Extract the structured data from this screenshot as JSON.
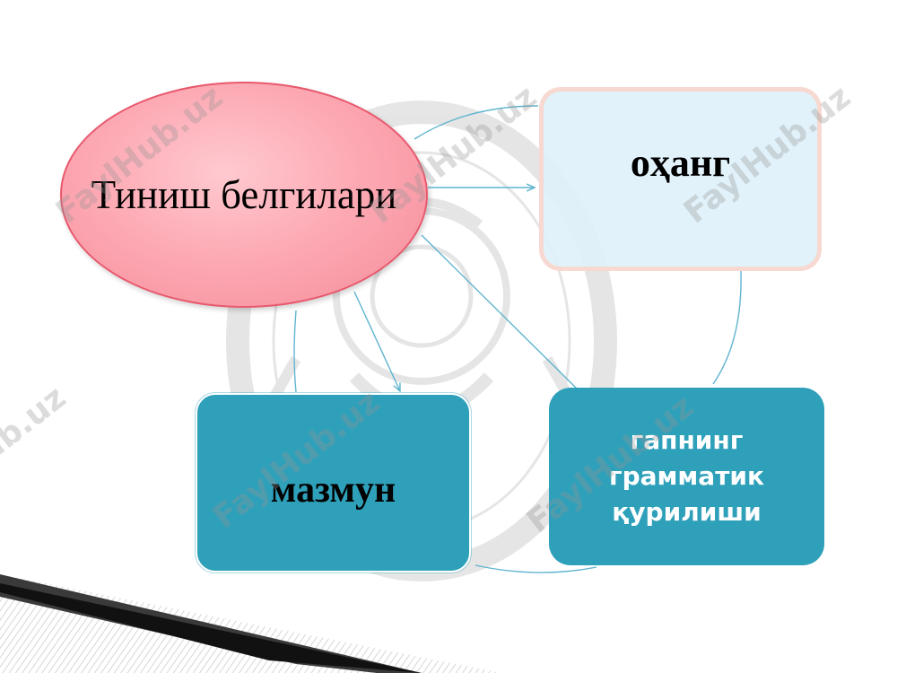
{
  "diagram": {
    "center_node": {
      "label": "Тиниш белгилари"
    },
    "nodes": {
      "ohang": {
        "label": "оҳанг"
      },
      "mazmun": {
        "label": "мазмун"
      },
      "grammar": {
        "lines": [
          "гапнинг",
          "грамматик",
          "қурилиши"
        ]
      }
    }
  },
  "watermark": {
    "text": "FaylHub.uz"
  },
  "colors": {
    "ellipse_fill": "#fdaab4",
    "ellipse_border": "#e8596d",
    "teal_box": "#2fa0ba",
    "light_box": "#dff1fa",
    "connector": "#5fb4cf"
  }
}
